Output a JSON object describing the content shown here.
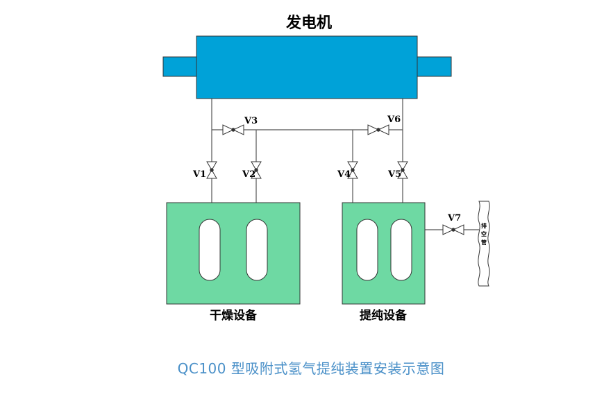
{
  "title": "发电机",
  "caption": "QC100 型吸附式氢气提纯装置安装示意图",
  "units": {
    "dryer": "干燥设备",
    "purifier": "提纯设备"
  },
  "vent_pipe": "排空管",
  "valves": [
    "V1",
    "V2",
    "V3",
    "V4",
    "V5",
    "V6",
    "V7"
  ],
  "colors": {
    "generator": "#00a2d8",
    "equipment": "#6ed9a3",
    "caption": "#4a90c8",
    "line": "#555555"
  }
}
